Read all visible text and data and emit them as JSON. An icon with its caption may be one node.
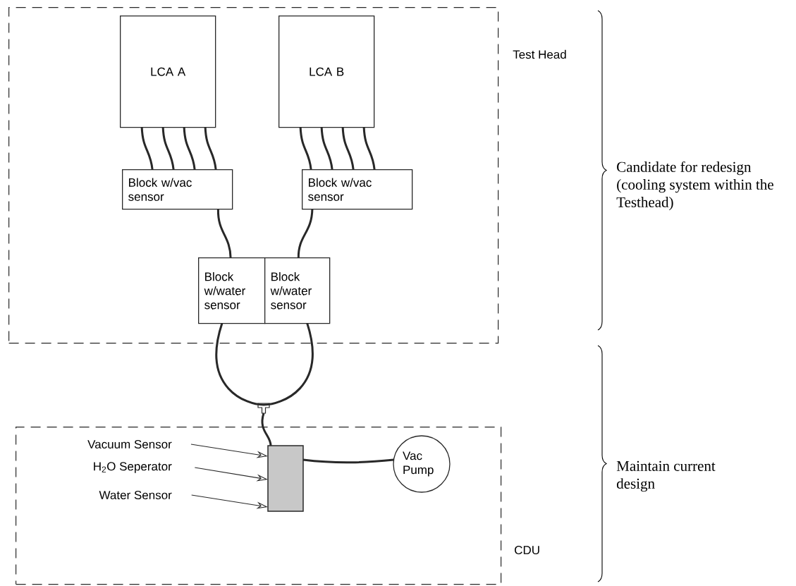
{
  "diagram": {
    "nodes": [
      {
        "text": [
          "Test Head"
        ]
      },
      {
        "text": [
          "LCA A"
        ],
        "in": 0
      },
      {
        "text": [
          "LCA B"
        ],
        "in": 0
      },
      {
        "text": [
          "Block w/vac sensor"
        ],
        "in": 0
      },
      {
        "text": [
          "Block w/vac sensor"
        ],
        "in": 0
      },
      {
        "text": [
          "Block w/water sensor"
        ],
        "in": 0
      },
      {
        "text": [
          "Block w/water sensor"
        ],
        "in": 0
      },
      {
        "text": [],
        "shape": "picture"
      },
      {
        "text": [
          "CDU"
        ]
      },
      {
        "text": [],
        "shape": "box",
        "in": 8
      },
      {
        "text": [
          "Vac Pump"
        ],
        "in": 8
      },
      {
        "text": [
          "Vacuum Sensor"
        ],
        "in": 8
      },
      {
        "text": [
          "H$_{2}$O Seperator"
        ],
        "in": 8
      },
      {
        "text": [
          "Water Sensor"
        ],
        "in": 8
      }
    ],
    "edges": [
      {
        "from": 1,
        "to": 3,
        "arrow": "none"
      },
      {
        "from": 1,
        "to": 3,
        "arrow": "none"
      },
      {
        "from": 1,
        "to": 3,
        "arrow": "none"
      },
      {
        "from": 1,
        "to": 3,
        "arrow": "none"
      },
      {
        "from": 2,
        "to": 4,
        "arrow": "none"
      },
      {
        "from": 2,
        "to": 4,
        "arrow": "none"
      },
      {
        "from": 2,
        "to": 4,
        "arrow": "none"
      },
      {
        "from": 2,
        "to": 4,
        "arrow": "none"
      },
      {
        "from": 3,
        "to": 5,
        "arrow": "none"
      },
      {
        "from": 4,
        "to": 6,
        "arrow": "none"
      },
      {
        "from": 5,
        "to": 7,
        "arrow": "none"
      },
      {
        "from": 6,
        "to": 7,
        "arrow": "none"
      },
      {
        "from": 7,
        "to": 9,
        "arrow": "none"
      },
      {
        "from": 9,
        "to": 10,
        "arrow": "none"
      },
      {
        "from": 11,
        "to": 9,
        "arrow": "to"
      },
      {
        "from": 12,
        "to": 9,
        "arrow": "to"
      },
      {
        "from": 13,
        "to": 9,
        "arrow": "to"
      }
    ],
    "labels": [
      "Candidate for redesign (cooling system within the Testhead)",
      "Maintain current design"
    ]
  }
}
